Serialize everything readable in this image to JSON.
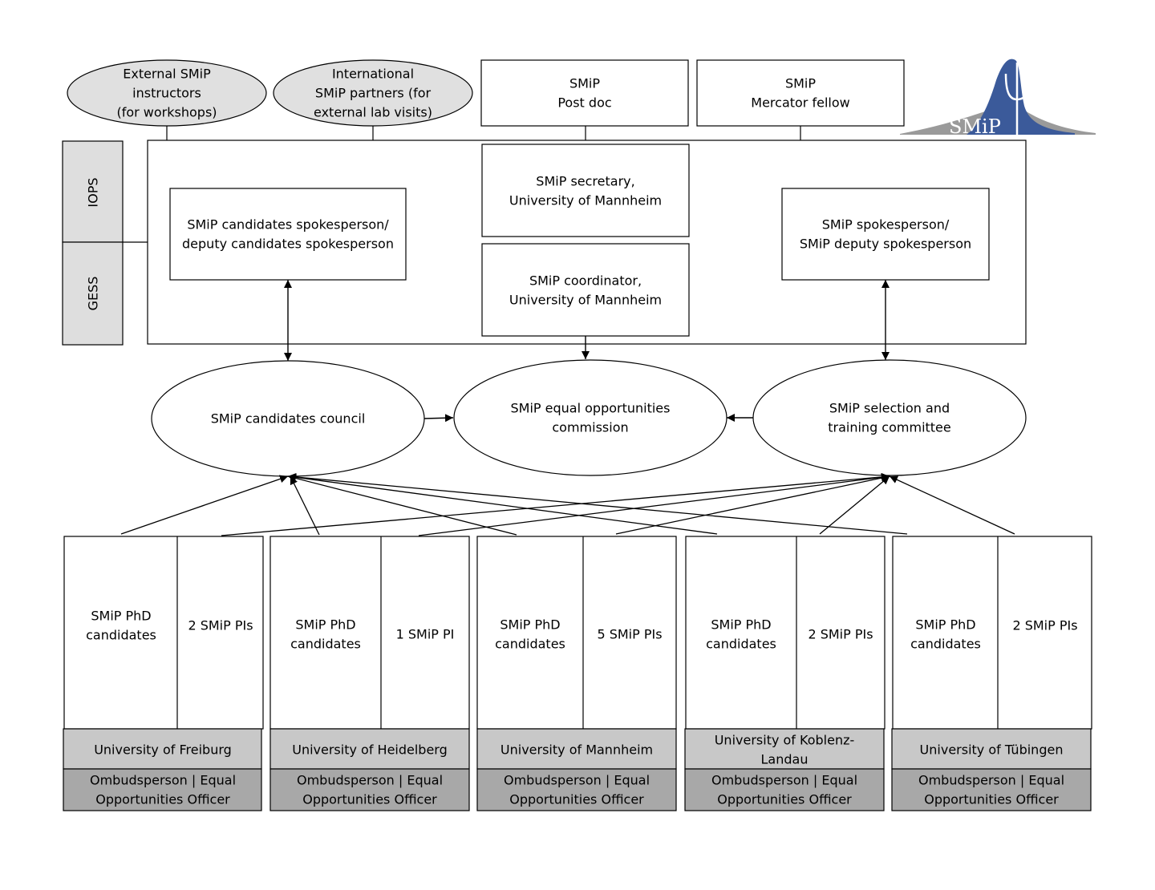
{
  "top": {
    "external_instructors": [
      "External SMiP",
      "instructors",
      "(for workshops)"
    ],
    "international_partners": [
      "International",
      "SMiP partners (for",
      "external lab visits)"
    ],
    "post_doc": [
      "SMiP",
      "Post doc"
    ],
    "mercator_fellow": [
      "SMiP",
      "Mercator fellow"
    ]
  },
  "logo": {
    "text": "SMiP"
  },
  "side": {
    "iops": "IOPS",
    "gess": "GESS"
  },
  "core": {
    "candidates_spokesperson": [
      "SMiP candidates spokesperson/",
      "deputy candidates spokesperson"
    ],
    "secretary": [
      "SMiP secretary,",
      "University of Mannheim"
    ],
    "coordinator": [
      "SMiP coordinator,",
      "University of Mannheim"
    ],
    "spokesperson": [
      "SMiP spokesperson/",
      "SMiP deputy spokesperson"
    ]
  },
  "committees": {
    "candidates_council": [
      "SMiP candidates council"
    ],
    "equal_opportunities": [
      "SMiP equal opportunities",
      "commission"
    ],
    "selection_training": [
      "SMiP selection and",
      "training committee"
    ]
  },
  "universities": [
    {
      "phd": [
        "SMiP PhD",
        "candidates"
      ],
      "pis": [
        "2 SMiP PIs"
      ],
      "name": [
        "University of Freiburg"
      ],
      "officer": [
        "Ombudsperson | Equal",
        "Opportunities Officer"
      ]
    },
    {
      "phd": [
        "SMiP PhD",
        "candidates"
      ],
      "pis": [
        "1 SMiP PI"
      ],
      "name": [
        "University of Heidelberg"
      ],
      "officer": [
        "Ombudsperson | Equal",
        "Opportunities Officer"
      ]
    },
    {
      "phd": [
        "SMiP PhD",
        "candidates"
      ],
      "pis": [
        "5 SMiP PIs"
      ],
      "name": [
        "University of Mannheim"
      ],
      "officer": [
        "Ombudsperson | Equal",
        "Opportunities Officer"
      ]
    },
    {
      "phd": [
        "SMiP PhD",
        "candidates"
      ],
      "pis": [
        "2 SMiP PIs"
      ],
      "name": [
        "University of Koblenz-",
        "Landau"
      ],
      "officer": [
        "Ombudsperson | Equal",
        "Opportunities Officer"
      ]
    },
    {
      "phd": [
        "SMiP PhD",
        "candidates"
      ],
      "pis": [
        "2 SMiP PIs"
      ],
      "name": [
        "University of Tübingen"
      ],
      "officer": [
        "Ombudsperson | Equal",
        "Opportunities Officer"
      ]
    }
  ],
  "colors": {
    "oval_fill": "#e0e0e0",
    "side_fill": "#dedede",
    "uni_fill": "#c8c8c8",
    "officer_fill": "#a8a8a8",
    "logo_blue": "#3b5a9a",
    "logo_grey": "#9a9a9a"
  }
}
